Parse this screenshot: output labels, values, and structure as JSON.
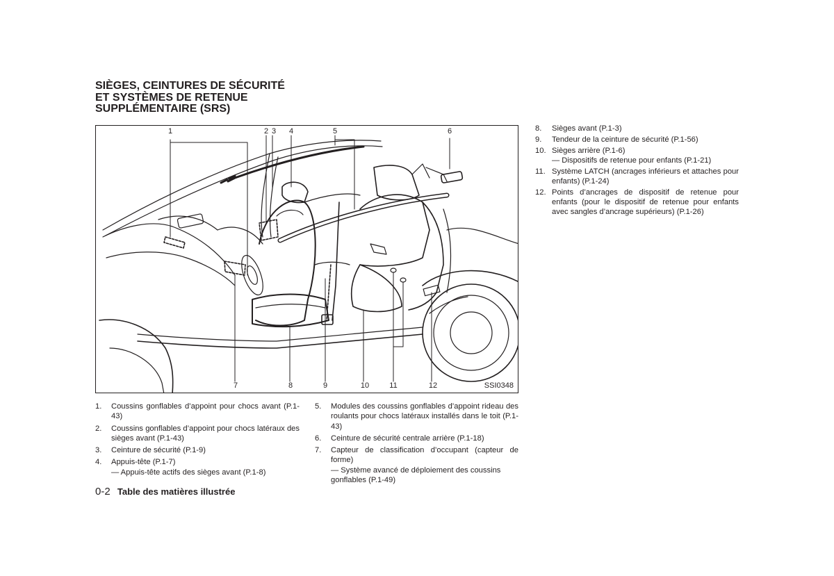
{
  "title": {
    "line1": "SIÈGES, CEINTURES DE SÉCURITÉ",
    "line2": "ET SYSTÈMES DE RETENUE",
    "line3": "SUPPLÉMENTAIRE (SRS)"
  },
  "figure": {
    "code": "SSI0348",
    "callouts_top": [
      "1",
      "2",
      "3",
      "4",
      "5",
      "6"
    ],
    "callouts_bottom": [
      "7",
      "8",
      "9",
      "10",
      "11",
      "12"
    ]
  },
  "list_left": [
    {
      "num": "1.",
      "text": "Coussins gonflables d’appoint pour chocs avant (P.1-43)"
    },
    {
      "num": "2.",
      "text": "Coussins gonflables d’appoint pour chocs latéraux des sièges avant (P.1-43)"
    },
    {
      "num": "3.",
      "text": "Ceinture de sécurité (P.1-9)"
    },
    {
      "num": "4.",
      "text": "Appuis-tête (P.1-7)",
      "sub": "— Appuis-tête actifs des sièges avant (P.1-8)"
    }
  ],
  "list_mid": [
    {
      "num": "5.",
      "text": "Modules des coussins gonflables d’appoint rideau des roulants pour chocs latéraux installés dans le toit (P.1-43)"
    },
    {
      "num": "6.",
      "text": "Ceinture de sécurité centrale arrière (P.1-18)"
    },
    {
      "num": "7.",
      "text": "Capteur de classification d’occupant (capteur de forme)",
      "sub": "— Système avancé de déploiement des coussins gonflables (P.1-49)"
    }
  ],
  "list_right": [
    {
      "num": "8.",
      "text": "Sièges avant (P.1-3)"
    },
    {
      "num": "9.",
      "text": "Tendeur de la ceinture de sécurité (P.1-56)"
    },
    {
      "num": "10.",
      "text": "Sièges arrière (P.1-6)",
      "sub": "— Dispositifs de retenue pour enfants (P.1-21)"
    },
    {
      "num": "11.",
      "text": "Système LATCH (ancrages inférieurs et attaches pour enfants) (P.1-24)"
    },
    {
      "num": "12.",
      "text": "Points d’ancrages de dispositif de retenue pour enfants (pour le dispositif de retenue pour enfants avec sangles d’ancrage supérieurs) (P.1-26)"
    }
  ],
  "footer": {
    "page": "0-2",
    "title": "Table des matières illustrée"
  }
}
